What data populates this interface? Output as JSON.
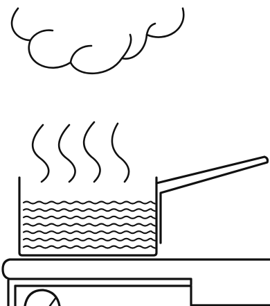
{
  "illustration": {
    "elements": [
      "cloud",
      "steam",
      "saucepan",
      "water",
      "stove"
    ],
    "colors": {
      "ink": "#111111",
      "background": "#ffffff"
    },
    "steam_wisps": 4,
    "water_wave_lines": 7
  }
}
